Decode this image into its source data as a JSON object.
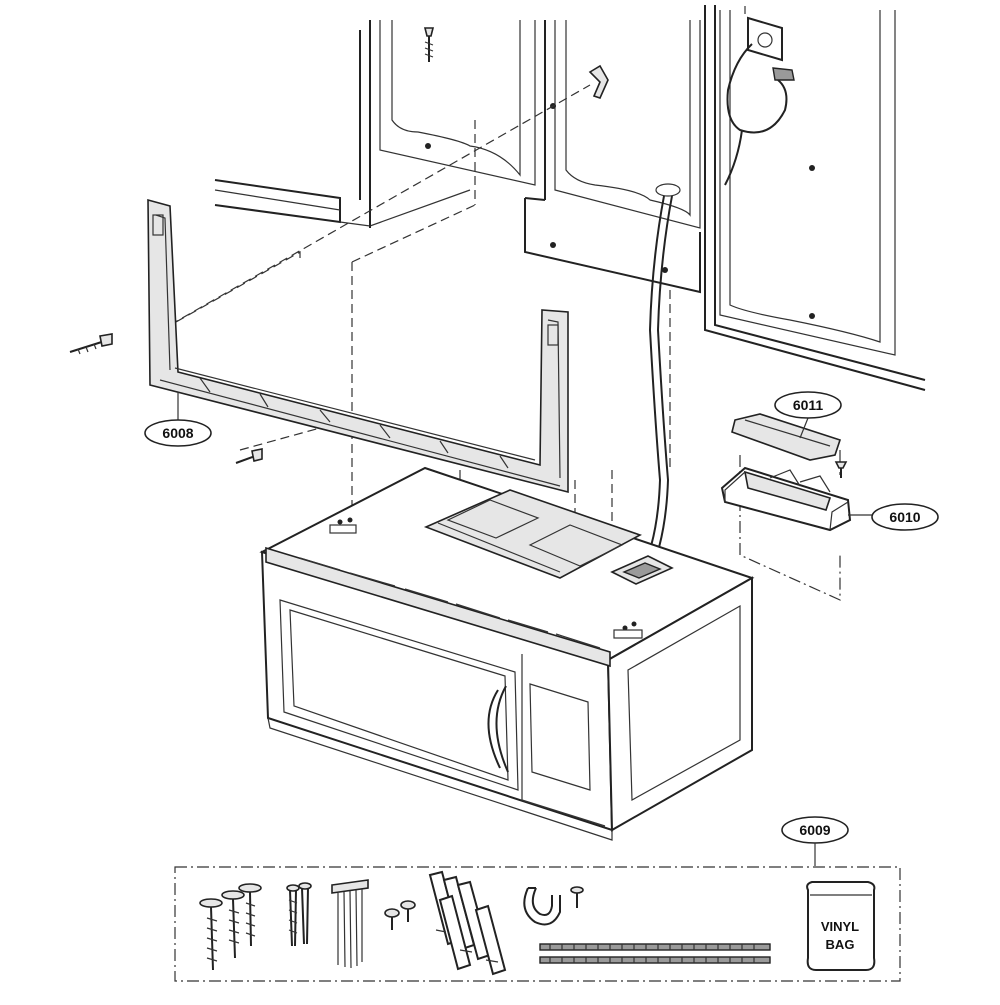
{
  "callouts": {
    "mounting_plate": "6008",
    "hardware_kit": "6009",
    "exhaust_adapter": "6010",
    "damper": "6011"
  },
  "vinyl_bag": {
    "line1": "VINYL",
    "line2": "BAG"
  }
}
